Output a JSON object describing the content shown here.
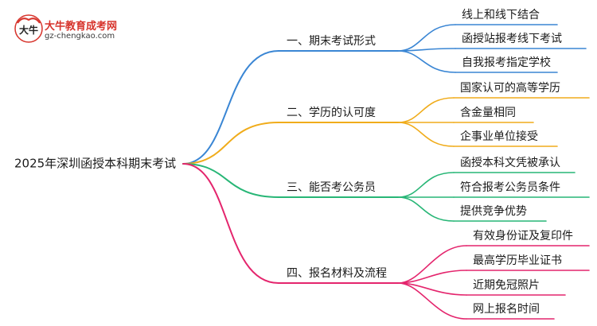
{
  "logo": {
    "title": "大牛教育成考网",
    "url": "gz-chengkao.com",
    "mark_text": "大牛",
    "icon": "ox-logo-icon",
    "color": "#d7342c"
  },
  "mindmap": {
    "root": "2025年深圳函授本科期末考试",
    "branches": [
      {
        "label": "一、期末考试形式",
        "color": "#3a86d4",
        "children": [
          "线上和线下结合",
          "函授站报考线下考试",
          "自我报考指定学校"
        ]
      },
      {
        "label": "二、学历的认可度",
        "color": "#f0ac1b",
        "children": [
          "国家认可的高等学历",
          "含金量相同",
          "企事业单位接受"
        ]
      },
      {
        "label": "三、能否考公务员",
        "color": "#27b676",
        "children": [
          "函授本科文凭被承认",
          "符合报考公务员条件",
          "提供竞争优势"
        ]
      },
      {
        "label": "四、报名材料及流程",
        "color": "#e4256d",
        "children": [
          "有效身份证及复印件",
          "最高学历毕业证书",
          "近期免冠照片",
          "网上报名时间"
        ]
      }
    ]
  }
}
